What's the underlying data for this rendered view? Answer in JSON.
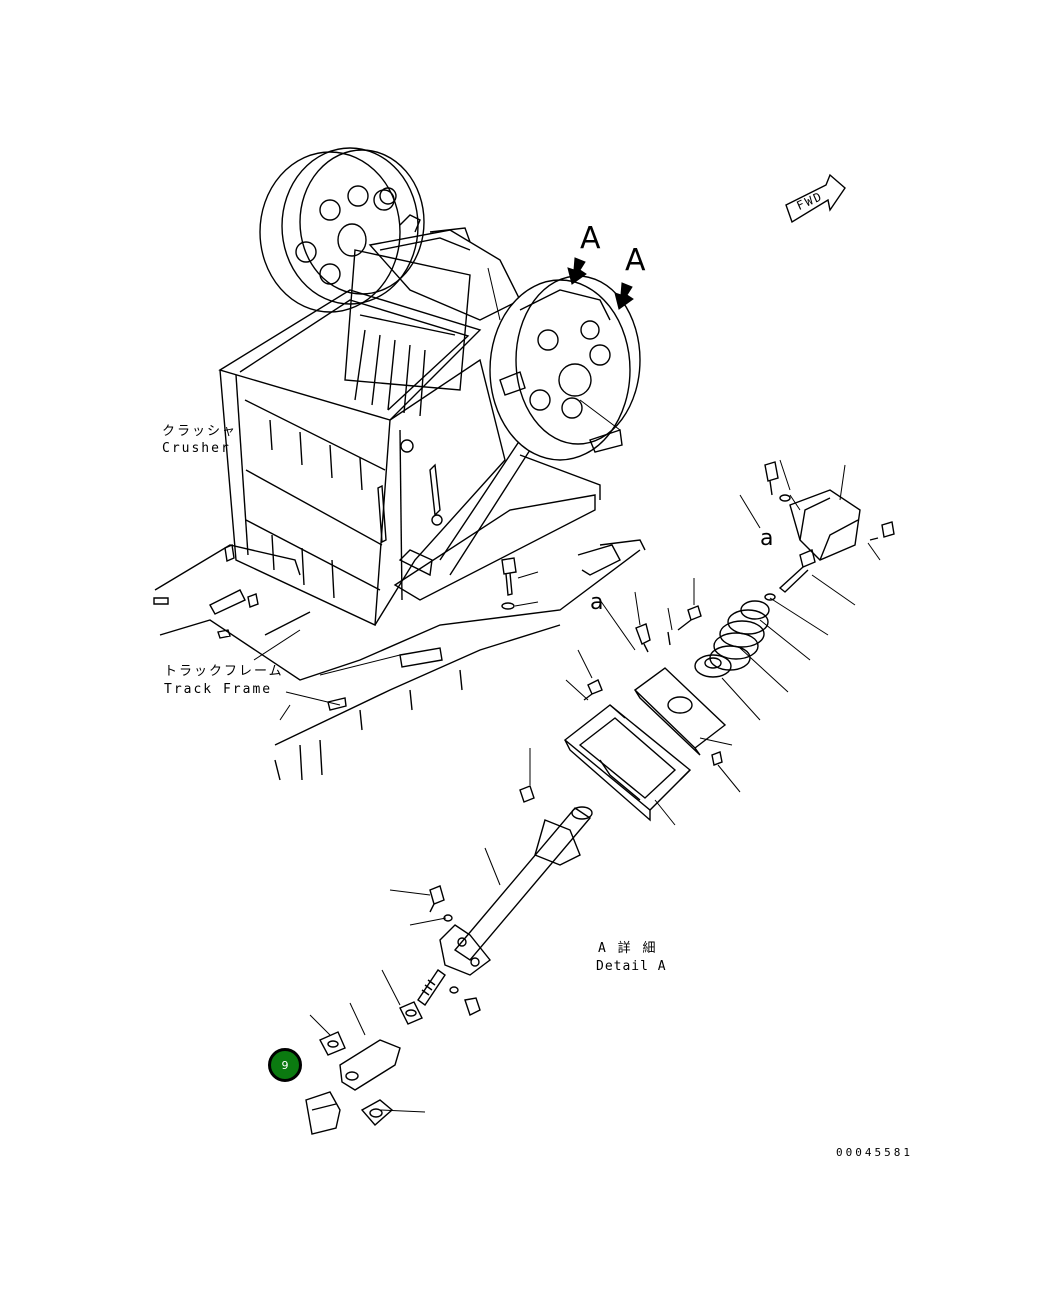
{
  "labels": {
    "crusher_jp": "クラッシャ",
    "crusher_en": "Crusher",
    "track_jp": "トラックフレーム",
    "track_en": "Track Frame",
    "detail_jp": "A 詳 細",
    "detail_en": "Detail A",
    "fwd": "FWD",
    "view_a_1": "A",
    "view_a_2": "A",
    "ref_a_1": "a",
    "ref_a_2": "a",
    "drawing_number": "00045581"
  },
  "callouts": [
    {
      "number": "9",
      "color": "#0b7a10"
    }
  ]
}
